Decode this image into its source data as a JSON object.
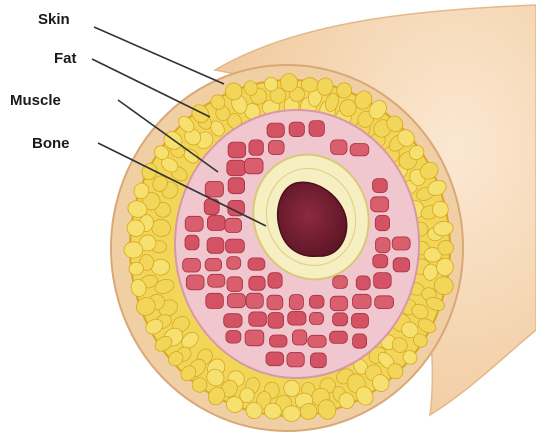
{
  "diagram": {
    "labels": {
      "skin": "Skin",
      "fat": "Fat",
      "muscle": "Muscle",
      "bone": "Bone"
    },
    "colors": {
      "skin_tan": "#f1cfa4",
      "skin_edge": "#d9a877",
      "fat_yellow": "#f2d65a",
      "fat_edge": "#d7a820",
      "connective_pink": "#f0c7cf",
      "muscle_red": "#d35364",
      "muscle_edge": "#a8303f",
      "bone_cream": "#f6efc2",
      "marrow": "#7a1f33",
      "leader_line": "#333333"
    }
  }
}
